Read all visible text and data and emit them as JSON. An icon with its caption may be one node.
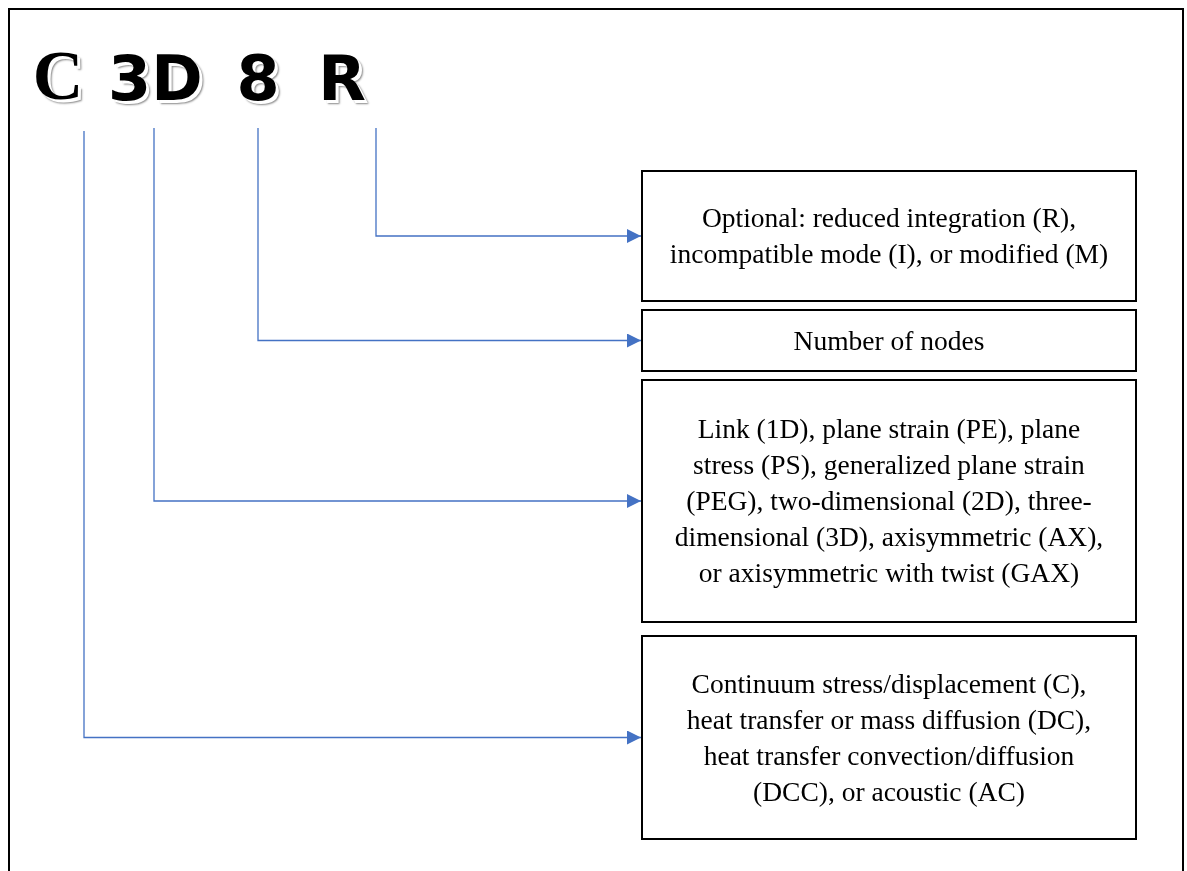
{
  "diagram": {
    "nodes": [
      {
        "text": [
          "C"
        ]
      },
      {
        "text": [
          "3D"
        ]
      },
      {
        "text": [
          "8"
        ]
      },
      {
        "text": [
          "R"
        ]
      },
      {
        "text": [
          "Optional: reduced integration (R), incompatible mode (I), or modified (M)"
        ]
      },
      {
        "text": [
          "Number of nodes"
        ]
      },
      {
        "text": [
          "Link (1D), plane strain (PE), plane stress (PS), generalized plane strain (PEG), two-dimensional (2D), three-dimensional (3D), axisymmetric (AX), or axisymmetric with twist (GAX)"
        ]
      },
      {
        "text": [
          "Continuum stress/displacement (C), heat transfer or mass diffusion (DC), heat transfer convection/diffusion (DCC), or acoustic (AC)"
        ]
      }
    ],
    "edges": [
      {
        "from": 3,
        "to": 4,
        "arrow": "to"
      },
      {
        "from": 2,
        "to": 5,
        "arrow": "to"
      },
      {
        "from": 1,
        "to": 6,
        "arrow": "to"
      },
      {
        "from": 0,
        "to": 7,
        "arrow": "to"
      }
    ]
  }
}
